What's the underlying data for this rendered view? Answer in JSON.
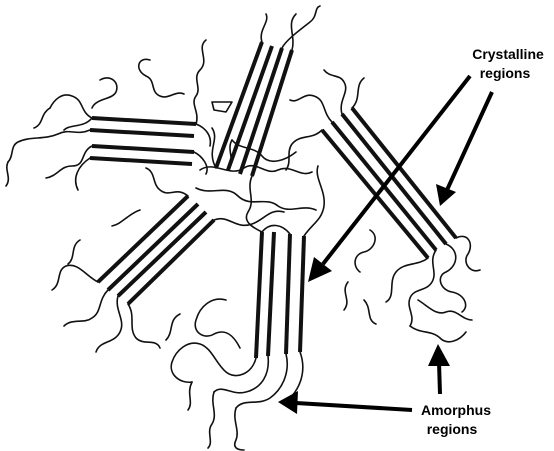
{
  "labels": {
    "crystalline_line1": "Crystalline",
    "crystalline_line2": "regions",
    "amorphous_line1": "Amorphus",
    "amorphous_line2": "regions"
  },
  "colors": {
    "ink": "#111111",
    "background": "#ffffff"
  }
}
